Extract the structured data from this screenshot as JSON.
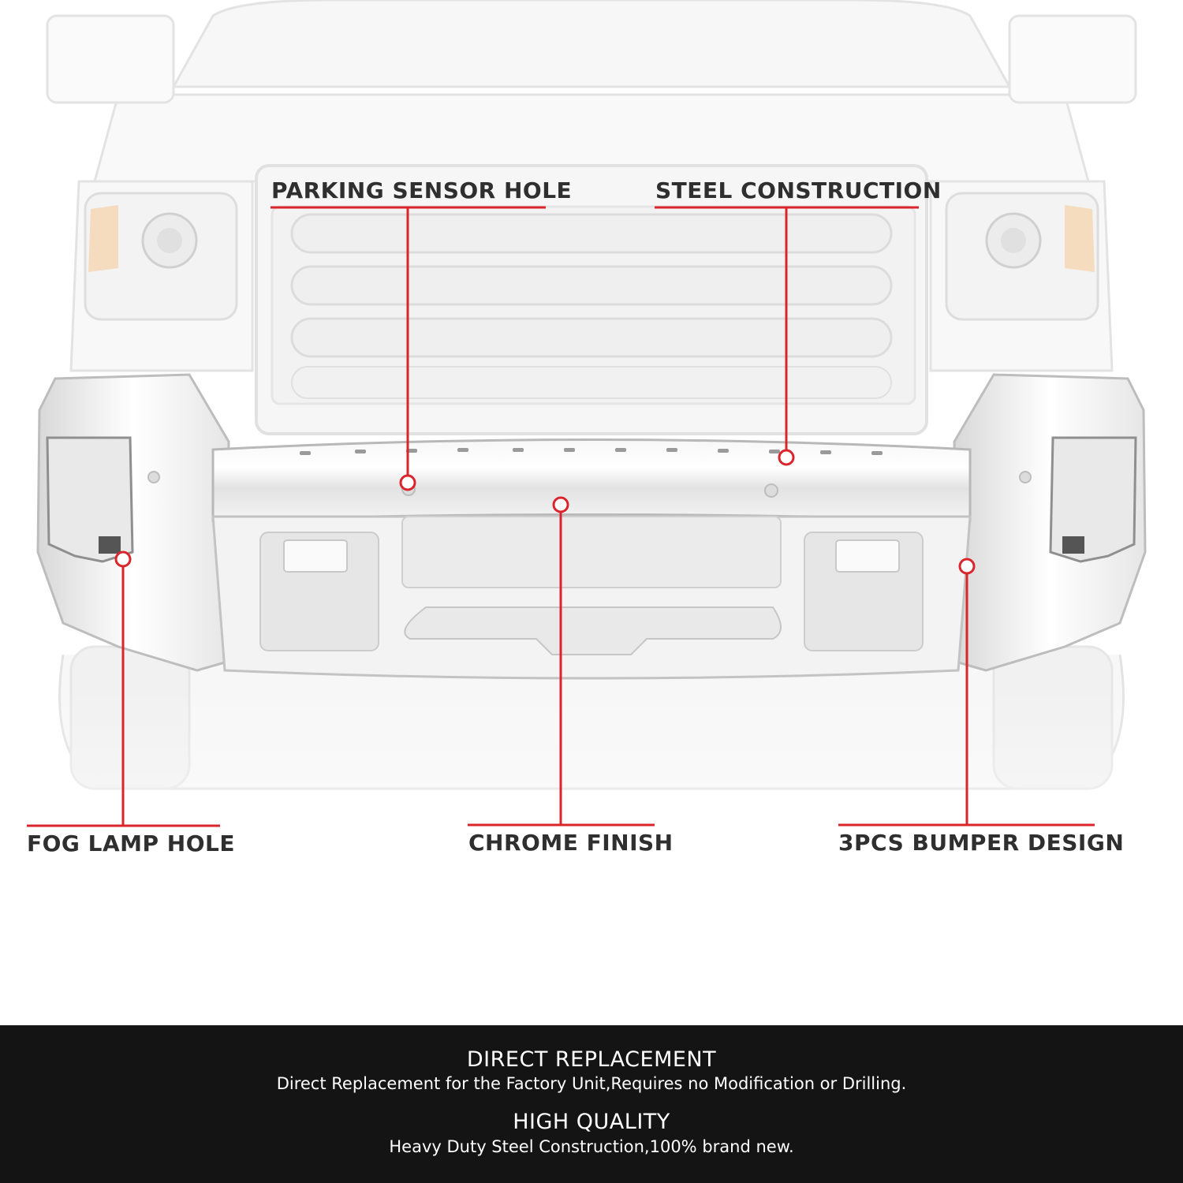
{
  "callouts": {
    "parking_sensor": "PARKING SENSOR HOLE",
    "steel": "STEEL CONSTRUCTION",
    "fog_lamp": "FOG LAMP HOLE",
    "chrome": "CHROME FINISH",
    "bumper": "3PCS BUMPER DESIGN"
  },
  "footer": {
    "direct_title": "DIRECT REPLACEMENT",
    "direct_desc": "Direct Replacement for the Factory Unit,Requires no Modification or Drilling.",
    "quality_title": "HIGH QUALITY",
    "quality_desc": "Heavy Duty Steel Construction,100% brand new."
  },
  "colors": {
    "accent": "#d9252b",
    "label_text": "#2f2f2f",
    "footer_bg": "#141414",
    "footer_text": "#ffffff"
  }
}
